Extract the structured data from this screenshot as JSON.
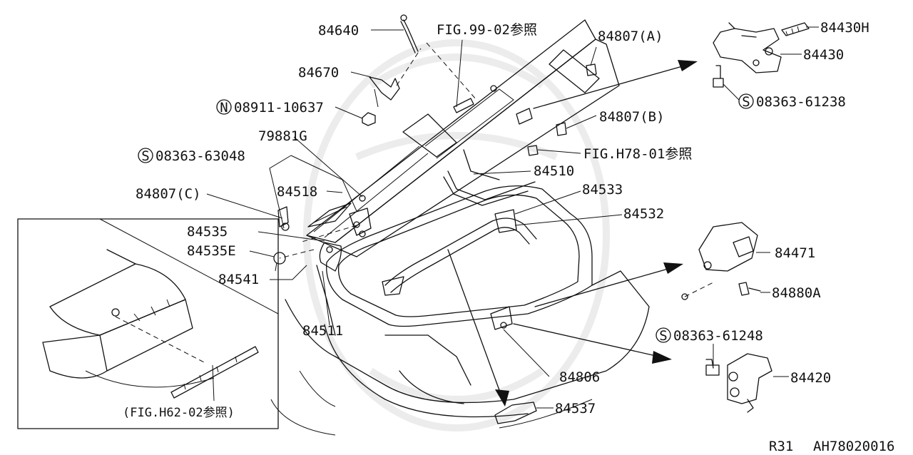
{
  "labels": {
    "p84640": "84640",
    "p84670": "84670",
    "n08911": "08911-10637",
    "s08363_63048": "08363-63048",
    "p79881g": "79881G",
    "p84518": "84518",
    "p84807c": "84807(C)",
    "p84535": "84535",
    "p84535e": "84535E",
    "p84541": "84541",
    "p84511": "84511",
    "fig99": "FIG.99-02参照",
    "p84807a": "84807(A)",
    "p84807b": "84807(B)",
    "figh78": "FIG.H78-01参照",
    "p84510": "84510",
    "p84533": "84533",
    "p84532": "84532",
    "p84430h": "84430H",
    "p84430": "84430",
    "s08363_61238": "08363-61238",
    "p84471": "84471",
    "p84880a": "84880A",
    "s08363_61248": "08363-61248",
    "p84420": "84420",
    "p84806": "84806",
    "p84537": "84537",
    "figh62": "(FIG.H62-02参照)"
  },
  "badges": {
    "n": "N",
    "s": "S"
  },
  "footer": {
    "model": "R31",
    "code": "AH78020016"
  }
}
